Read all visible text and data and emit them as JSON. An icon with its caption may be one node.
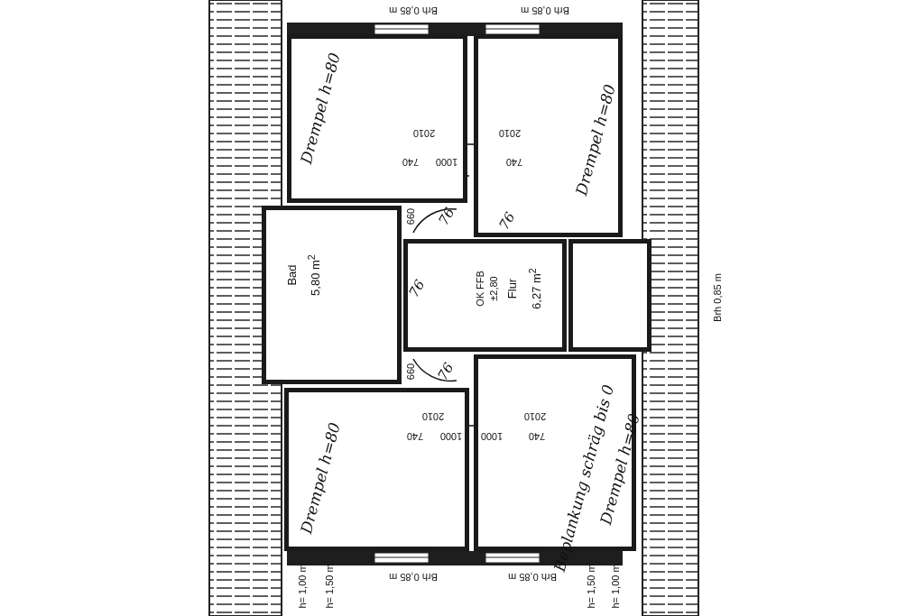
{
  "diagram": {
    "nodes": [
      {
        "text": [
          "Drempel h=80"
        ]
      },
      {
        "text": [
          "Drempel h=80"
        ]
      },
      {
        "text": [
          "Bad",
          "5,80 m$^{2}$"
        ]
      },
      {
        "text": [
          "Flur",
          "6,27 m$^{2}$"
        ]
      },
      {
        "text": [],
        "shape": "box"
      },
      {
        "text": [
          "Drempel h=80"
        ]
      },
      {
        "text": [
          "Beplankung schräg bis 0",
          "Drempel h=80"
        ]
      }
    ],
    "edges": [],
    "labels": [
      "Brh 0,85 m",
      "Brh 0,85 m",
      "2010",
      "2010",
      "740",
      "1000",
      "740",
      "660",
      "76",
      "76",
      "76",
      "OK FFB",
      "±2,80",
      "Brh 0,85 m",
      "660",
      "76",
      "2010",
      "2010",
      "740",
      "1000",
      "1000",
      "740",
      "h= 1,00 m",
      "h= 1,50 m",
      "Brh 0,85 m",
      "Brh 0,85 m",
      "h= 1,50 m",
      "h= 1,00 m"
    ]
  }
}
